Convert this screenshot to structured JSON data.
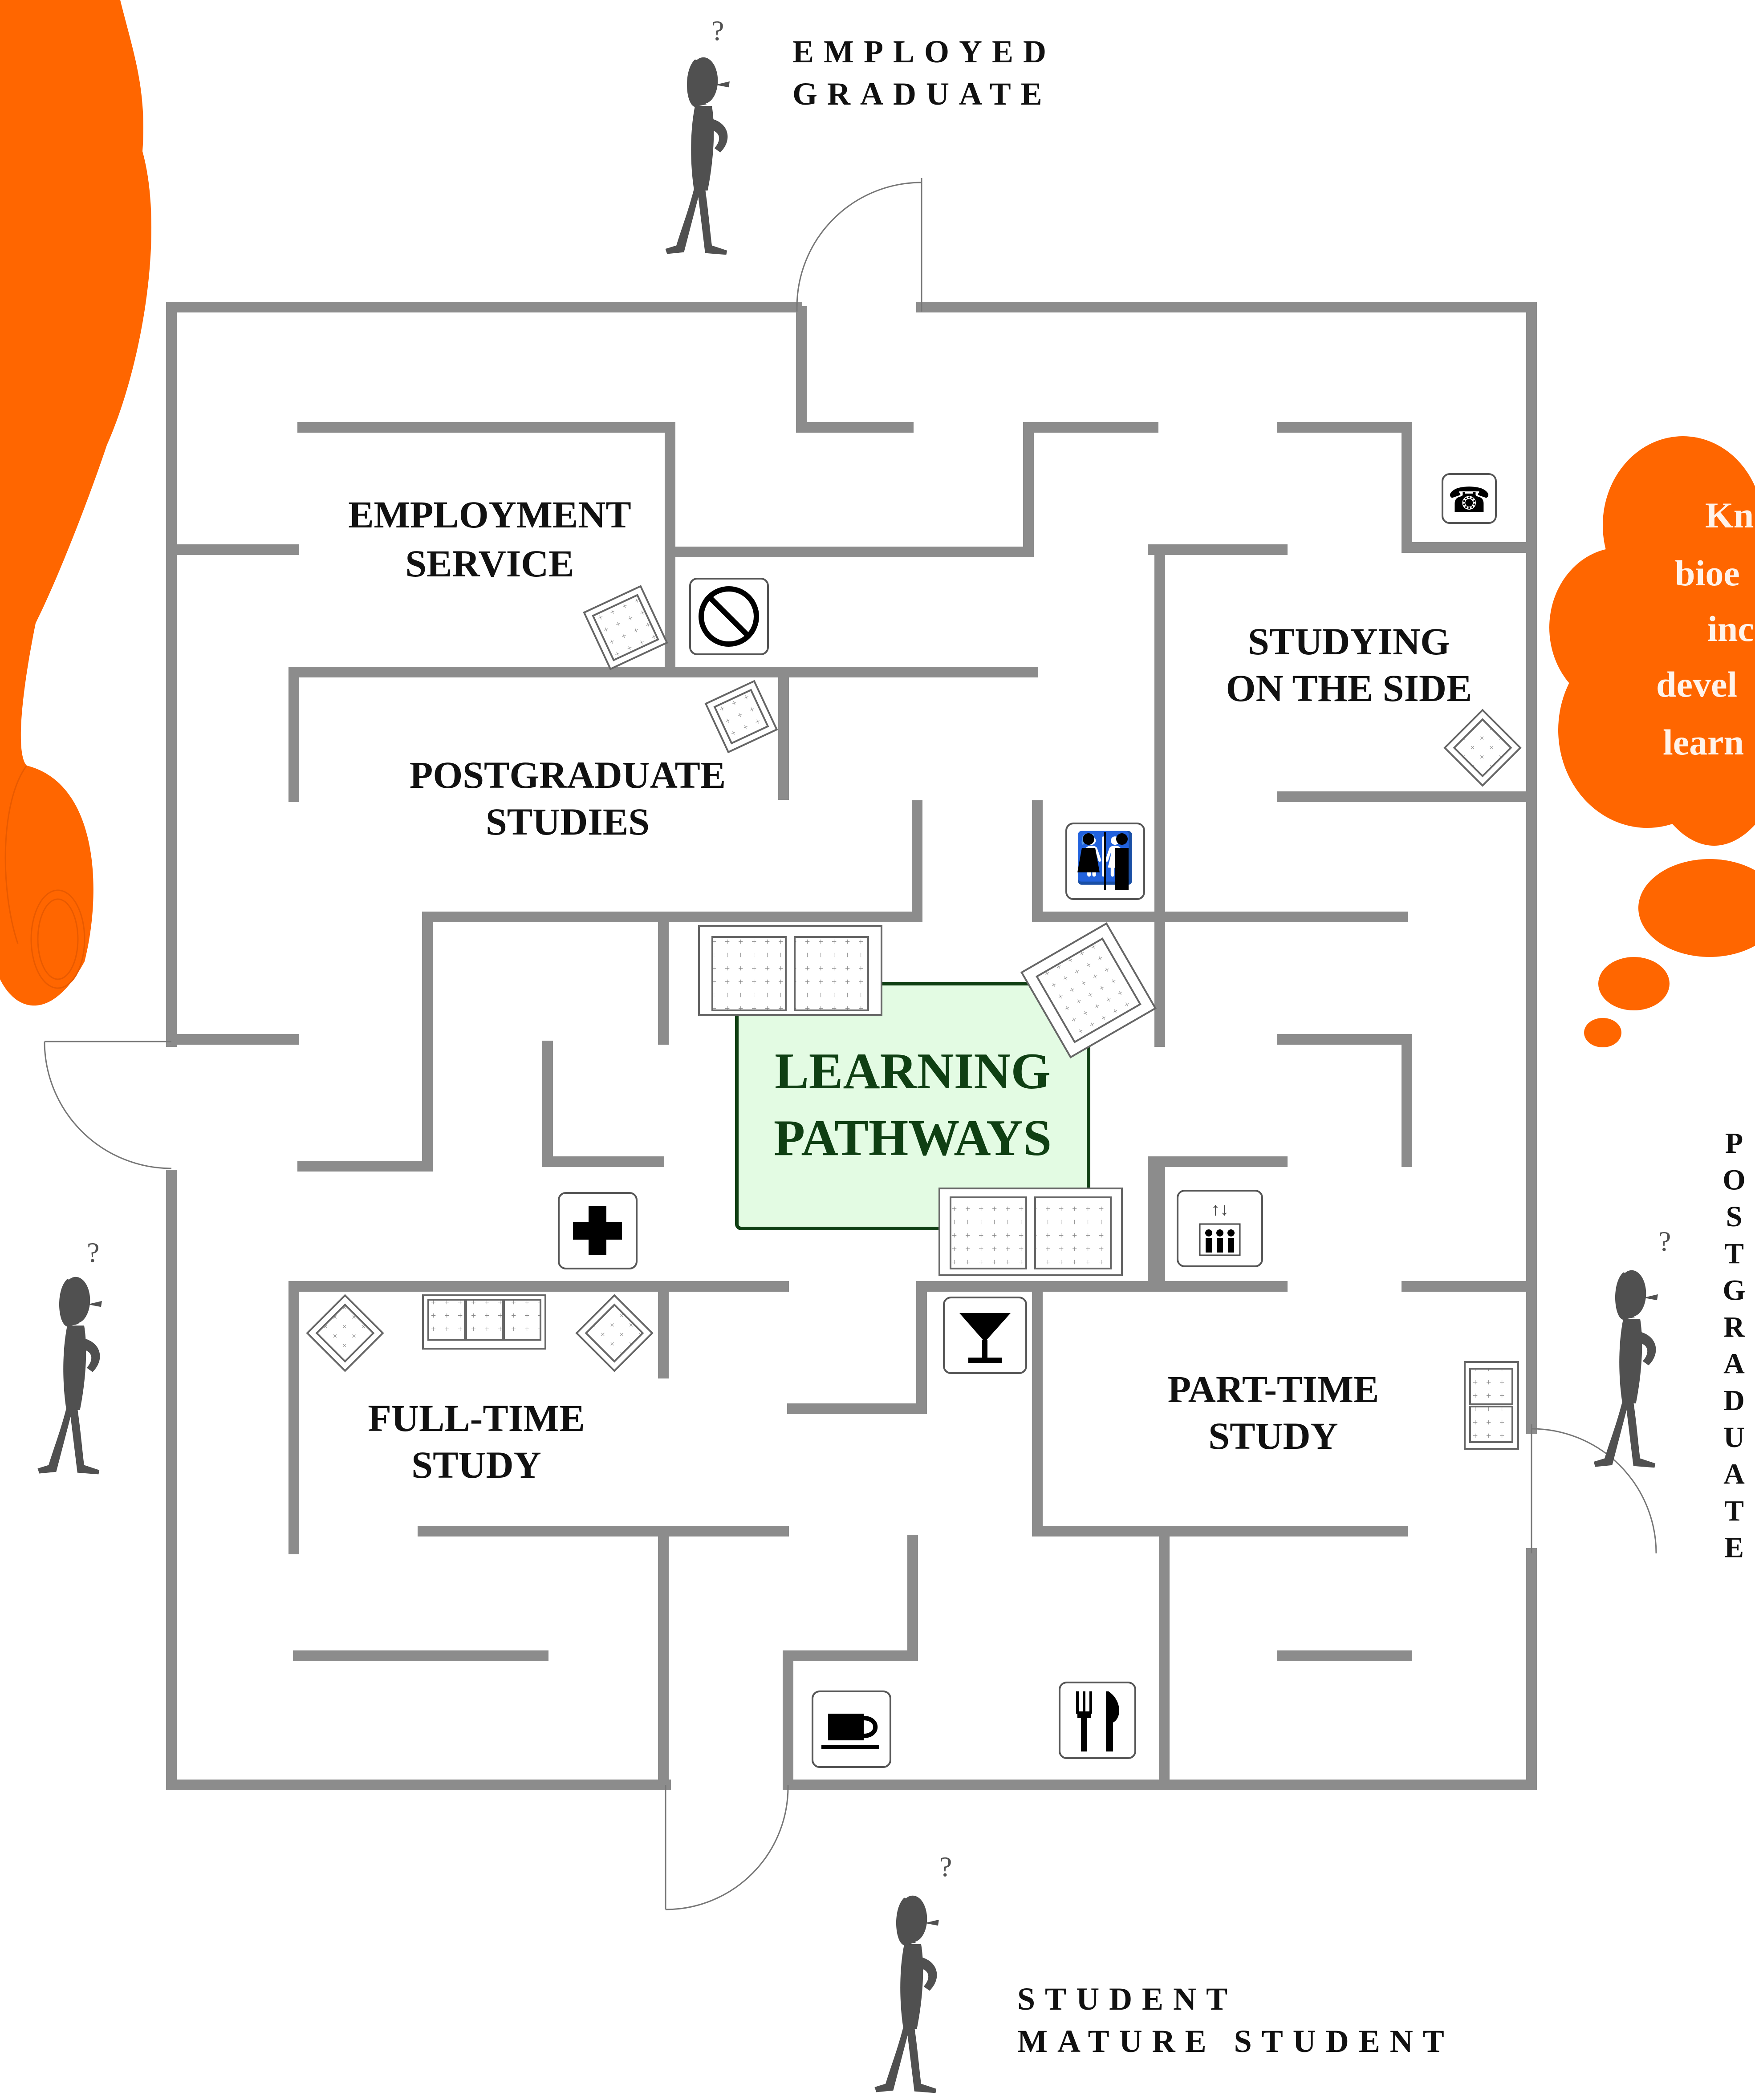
{
  "diagram": {
    "center": {
      "line1": "LEARNING",
      "line2": "PATHWAYS"
    },
    "rooms": {
      "employment": [
        "EMPLOYMENT",
        "SERVICE"
      ],
      "postgraduate": [
        "POSTGRADUATE",
        "STUDIES"
      ],
      "side": [
        "STUDYING",
        "ON THE SIDE"
      ],
      "fulltime": [
        "FULL-TIME",
        "STUDY"
      ],
      "parttime": [
        "PART-TIME",
        "STUDY"
      ]
    },
    "people": {
      "top": [
        "EMPLOYED",
        "GRADUATE"
      ],
      "bottom": [
        "STUDENT",
        "MATURE STUDENT"
      ],
      "right": "POSTGRADUATE"
    },
    "cloud_text": [
      "Kn",
      "bioe",
      "inc",
      "devel",
      "learn"
    ],
    "colors": {
      "orange": "#ff6600",
      "wall": "#8c8c8c",
      "center_fill": "#e3fbe3",
      "center_border": "#0f3f13",
      "person": "#505050"
    },
    "icons": [
      "telephone-icon",
      "no-smoking-icon",
      "restroom-icon",
      "first-aid-icon",
      "elevator-icon",
      "cocktail-icon",
      "coffee-cup-icon",
      "cutlery-icon",
      "question-mark-icon"
    ]
  }
}
